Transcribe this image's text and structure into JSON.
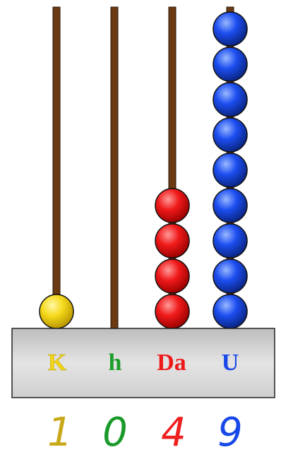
{
  "abacus": {
    "columns": [
      {
        "label": "K",
        "color": "#f0d418",
        "bead_count": 1,
        "digit": "1",
        "digit_color": "#c8a91a"
      },
      {
        "label": "h",
        "color": "#1e9e2a",
        "bead_count": 0,
        "digit": "0",
        "digit_color": "#1a9a2a"
      },
      {
        "label": "Da",
        "color": "#ee1a1a",
        "bead_count": 4,
        "digit": "4",
        "digit_color": "#ee2020"
      },
      {
        "label": "U",
        "color": "#1848e8",
        "bead_count": 9,
        "digit": "9",
        "digit_color": "#1848e8"
      }
    ],
    "rod_color": "#6b3a12",
    "base_color": "#c8c8c8"
  }
}
